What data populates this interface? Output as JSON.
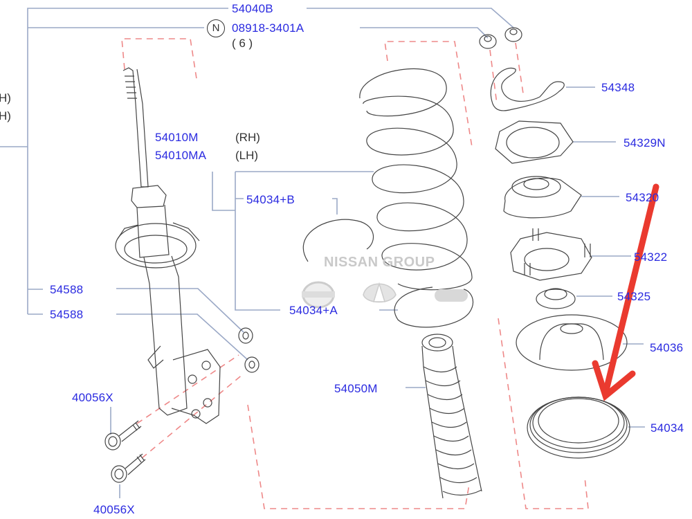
{
  "diagram": {
    "title": "Front Strut & Spring Assembly Parts Diagram",
    "watermark": "NISSAN GROUP",
    "brand_logos": [
      "NISSAN",
      "INFINITI",
      "DATSUN"
    ],
    "colors": {
      "label": "#2a2ae0",
      "leader": "#9aa8c6",
      "dashed": "#ee8888",
      "line_art": "#444444",
      "arrow": "#ea3a2f"
    },
    "annotation": {
      "type": "red-arrow",
      "points_to": "54034"
    }
  },
  "labels": {
    "p54040B": "54040B",
    "new_badge": "N",
    "p08918": "08918-3401A",
    "qty6": "( 6 )",
    "left_rh": "H)",
    "left_lh": "H)",
    "p54010M": "54010M",
    "p54010M_side": "(RH)",
    "p54010MA": "54010MA",
    "p54010MA_side": "(LH)",
    "p54034B": "54034+B",
    "p54034A": "54034+A",
    "p54588a": "54588",
    "p54588b": "54588",
    "p40056Xa": "40056X",
    "p40056Xb": "40056X",
    "p54050M": "54050M",
    "p54348": "54348",
    "p54329N": "54329N",
    "p54320": "54320",
    "p54322": "54322",
    "p54325": "54325",
    "p54036": "54036",
    "p54034": "54034"
  }
}
